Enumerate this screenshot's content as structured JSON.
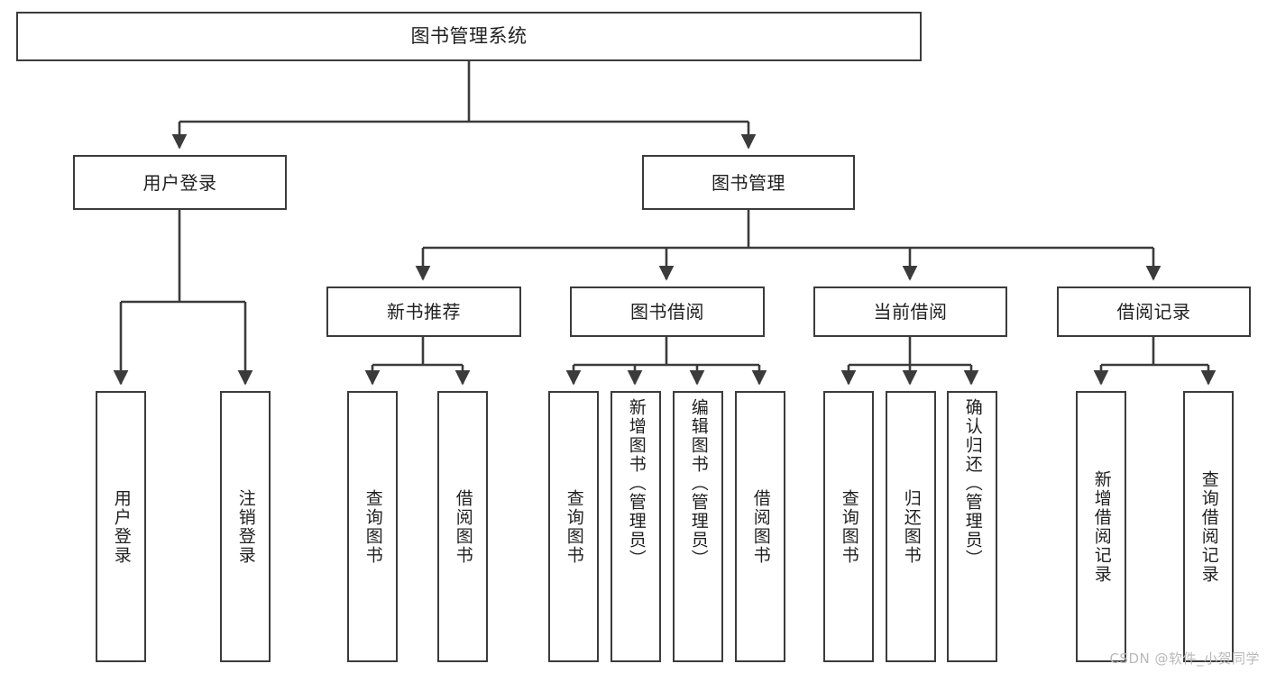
{
  "diagram": {
    "title": "图书管理系统",
    "type": "hierarchy-tree",
    "watermark": "CSDN @软件_小贺同学",
    "colors": {
      "stroke": "#3b3b3b",
      "fill": "#ffffff",
      "text": "#1f1f1f",
      "watermark": "#b9b9b9"
    },
    "levels": {
      "level1": [
        {
          "id": "root",
          "label": "图书管理系统"
        }
      ],
      "level2": [
        {
          "id": "user-login",
          "label": "用户登录"
        },
        {
          "id": "book-manage",
          "label": "图书管理"
        }
      ],
      "level3": [
        {
          "id": "new-book-rec",
          "label": "新书推荐"
        },
        {
          "id": "book-borrow",
          "label": "图书借阅"
        },
        {
          "id": "current-borrow",
          "label": "当前借阅"
        },
        {
          "id": "borrow-record",
          "label": "借阅记录"
        }
      ],
      "level4": [
        {
          "id": "leaf-user-login",
          "label": "用户登录",
          "parent": "user-login"
        },
        {
          "id": "leaf-user-logout",
          "label": "注销登录",
          "parent": "user-login"
        },
        {
          "id": "leaf-query-book-1",
          "label": "查询图书",
          "parent": "new-book-rec"
        },
        {
          "id": "leaf-borrow-book-1",
          "label": "借阅图书",
          "parent": "new-book-rec"
        },
        {
          "id": "leaf-query-book-2",
          "label": "查询图书",
          "parent": "book-borrow"
        },
        {
          "id": "leaf-add-book",
          "label": "新增图书（管理员）",
          "parent": "book-borrow"
        },
        {
          "id": "leaf-edit-book",
          "label": "编辑图书（管理员）",
          "parent": "book-borrow"
        },
        {
          "id": "leaf-borrow-book-2",
          "label": "借阅图书",
          "parent": "book-borrow"
        },
        {
          "id": "leaf-query-book-3",
          "label": "查询图书",
          "parent": "current-borrow"
        },
        {
          "id": "leaf-return-book",
          "label": "归还图书",
          "parent": "current-borrow"
        },
        {
          "id": "leaf-confirm-return",
          "label": "确认归还（管理员）",
          "parent": "current-borrow"
        },
        {
          "id": "leaf-add-record",
          "label": "新增借阅记录",
          "parent": "borrow-record"
        },
        {
          "id": "leaf-query-record",
          "label": "查询借阅记录",
          "parent": "borrow-record"
        }
      ]
    }
  }
}
